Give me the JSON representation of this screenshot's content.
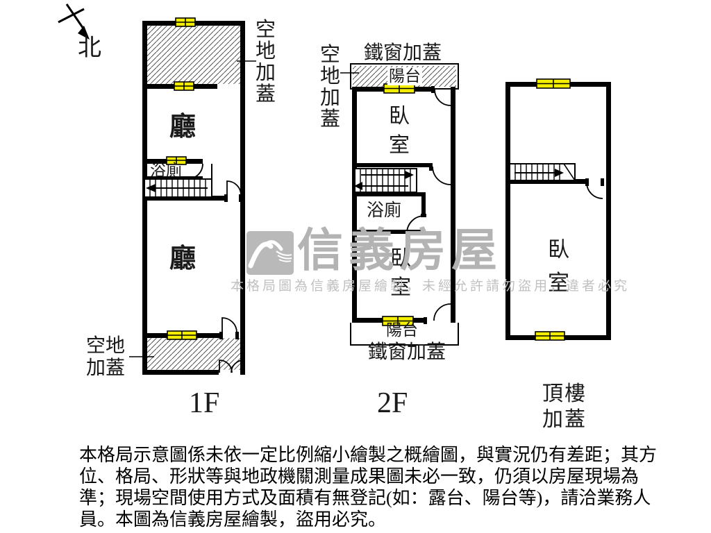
{
  "compass": {
    "north": "北"
  },
  "colors": {
    "wall": "#000000",
    "window_fill": "#f3ee00",
    "hatch_line": "#3a3a3a",
    "watermark_gray": "#b3b3b3"
  },
  "plan1f": {
    "floor": "1F",
    "open_top": "空地加蓋",
    "open_bottom": "空地加蓋",
    "hall_upper": "廳",
    "bath": "浴廁",
    "hall_lower": "廳"
  },
  "plan2f": {
    "floor": "2F",
    "iron_top": "鐵窗加蓋",
    "iron_bottom": "鐵窗加蓋",
    "balcony_top": "陽台",
    "balcony_bottom": "陽台",
    "open_left": "空地加蓋",
    "bedroom_upper": "臥室",
    "bath": "浴廁",
    "bedroom_lower": "臥室"
  },
  "roof": {
    "floor": "頂樓加蓋",
    "bedroom": "臥室"
  },
  "watermark": {
    "brand": "信義房屋",
    "notice": "本格局圖為信義房屋繪製，未經允許請勿盜用，違者必究"
  },
  "disclaimer": {
    "line1": "本格局示意圖係未依一定比例縮小繪製之概繪圖，與實況仍有差距；其方",
    "line2": "位、格局、形狀等與地政機關測量成果圖未必一致，仍須以房屋現場為",
    "line3": "準；現場空間使用方式及面積有無登記(如：露台、陽台等)，請洽業務人",
    "line4": "員。本圖為信義房屋繪製，盜用必究。"
  }
}
